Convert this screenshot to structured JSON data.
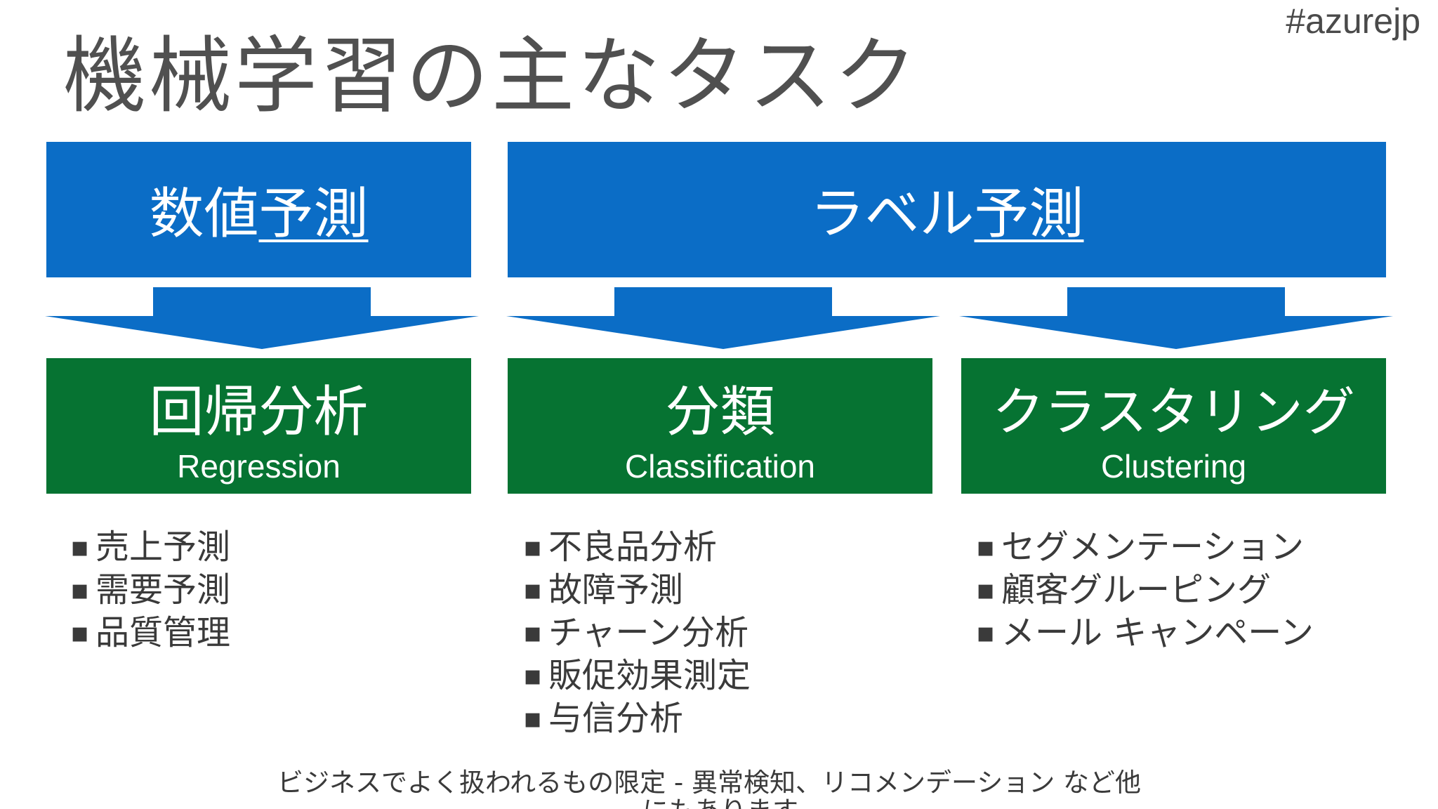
{
  "hashtag": "#azurejp",
  "title": "機械学習の主なタスク",
  "headers": {
    "numeric": {
      "text_a": "数値",
      "text_b": "予測"
    },
    "label": {
      "text_a": "ラベル",
      "text_b": "予測"
    }
  },
  "tasks": [
    {
      "jp": "回帰分析",
      "en": "Regression",
      "items": [
        "売上予測",
        "需要予測",
        "品質管理"
      ]
    },
    {
      "jp": "分類",
      "en": "Classification",
      "items": [
        "不良品分析",
        "故障予測",
        "チャーン分析",
        "販促効果測定",
        "与信分析"
      ]
    },
    {
      "jp": "クラスタリング",
      "en": "Clustering",
      "items": [
        "セグメンテーション",
        "顧客グルーピング",
        "メール キャンペーン"
      ]
    }
  ],
  "bullet": "▪",
  "footnote": {
    "line1": "ビジネスでよく扱われるもの限定 - 異常検知、リコメンデーション など他",
    "line2": "にもあります"
  },
  "colors": {
    "blue": "#0b6dc6",
    "green": "#067332",
    "title_gray": "#505050",
    "text_gray": "#3a3a3a"
  }
}
